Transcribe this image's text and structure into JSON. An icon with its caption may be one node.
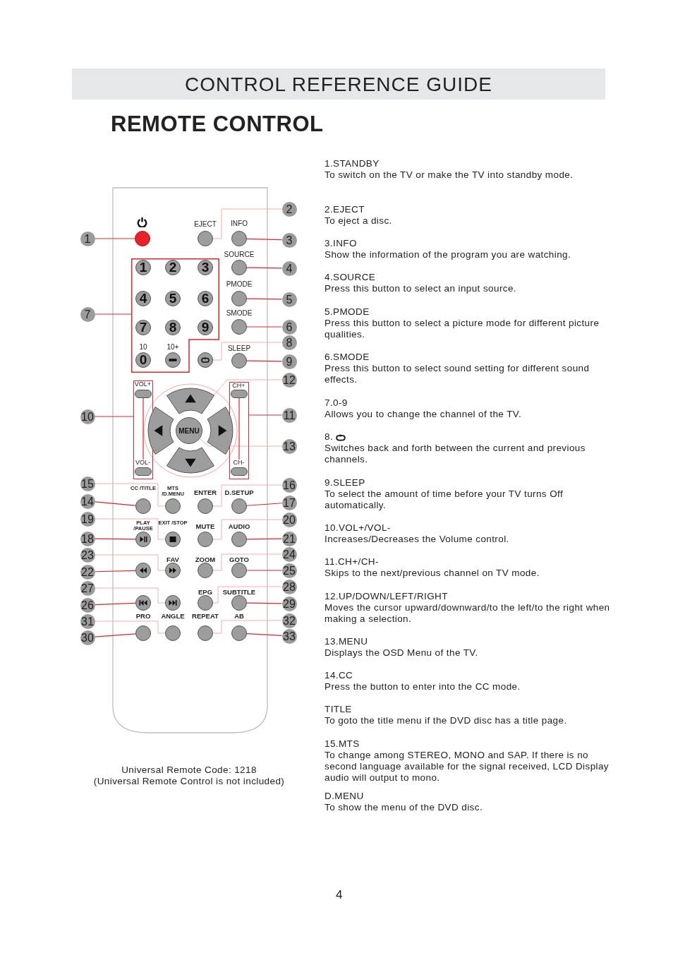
{
  "diagram": {
    "title": "CONTROL REFERENCE GUIDE",
    "nodes": [
      {
        "text": [
          "1"
        ]
      },
      {
        "text": [
          "2"
        ]
      },
      {
        "text": [
          "3"
        ]
      },
      {
        "text": [
          "4"
        ]
      },
      {
        "text": [
          "5"
        ]
      },
      {
        "text": [
          "6"
        ]
      },
      {
        "text": [
          "7"
        ]
      },
      {
        "text": [
          "8"
        ]
      },
      {
        "text": [
          "9"
        ]
      },
      {
        "text": [
          "10"
        ]
      },
      {
        "text": [
          "11"
        ]
      },
      {
        "text": [
          "12"
        ]
      },
      {
        "text": [
          "13"
        ]
      },
      {
        "text": [
          "14"
        ]
      },
      {
        "text": [
          "15"
        ]
      },
      {
        "text": [
          "16"
        ]
      },
      {
        "text": [
          "17"
        ]
      },
      {
        "text": [
          "18"
        ]
      },
      {
        "text": [
          "19"
        ]
      },
      {
        "text": [
          "20"
        ]
      },
      {
        "text": [
          "21"
        ]
      },
      {
        "text": [
          "22"
        ]
      },
      {
        "text": [
          "23"
        ]
      },
      {
        "text": [
          "24"
        ]
      },
      {
        "text": [
          "25"
        ]
      },
      {
        "text": [
          "26"
        ]
      },
      {
        "text": [
          "27"
        ]
      },
      {
        "text": [
          "28"
        ]
      },
      {
        "text": [
          "29"
        ]
      },
      {
        "text": [
          "30"
        ]
      },
      {
        "text": [
          "31"
        ]
      },
      {
        "text": [
          "32"
        ]
      },
      {
        "text": [
          "33"
        ]
      },
      {
        "text": [],
        "shape": "circle"
      },
      {
        "text": [
          "EJECT"
        ]
      },
      {
        "text": [
          "INFO"
        ]
      },
      {
        "text": [],
        "shape": "box"
      },
      {
        "text": [
          "1"
        ],
        "in": 36
      },
      {
        "text": [
          "2"
        ],
        "in": 36
      },
      {
        "text": [
          "3"
        ],
        "in": 36
      },
      {
        "text": [
          "4"
        ],
        "in": 36
      },
      {
        "text": [
          "5"
        ],
        "in": 36
      },
      {
        "text": [
          "6"
        ],
        "in": 36
      },
      {
        "text": [
          "7"
        ],
        "in": 36
      },
      {
        "text": [
          "8"
        ],
        "in": 36
      },
      {
        "text": [
          "9"
        ],
        "in": 36
      },
      {
        "text": [
          "10",
          "0"
        ],
        "in": 36
      },
      {
        "text": [
          "10+"
        ],
        "in": 36
      },
      {
        "text": [
          "SOURCE"
        ]
      },
      {
        "text": [
          "PMODE"
        ]
      },
      {
        "text": [
          "SMODE"
        ]
      },
      {
        "text": [],
        "shape": "circle"
      },
      {
        "text": [
          "SLEEP"
        ]
      },
      {
        "text": [],
        "shape": "box"
      },
      {
        "text": [
          "VOL+"
        ],
        "in": 53
      },
      {
        "text": [
          "VOL-"
        ],
        "in": 53
      },
      {
        "text": [],
        "shape": "box"
      },
      {
        "text": [
          "CH+"
        ],
        "in": 56
      },
      {
        "text": [
          "CH-"
        ],
        "in": 56
      },
      {
        "text": [],
        "shape": "button"
      },
      {
        "text": [],
        "shape": "button"
      },
      {
        "text": [
          "MENU"
        ]
      },
      {
        "text": [],
        "shape": "button"
      },
      {
        "text": [],
        "shape": "button"
      },
      {
        "text": [
          "CC /TITLE"
        ]
      },
      {
        "text": [
          "MTS /D.MENU"
        ]
      },
      {
        "text": [
          "ENTER"
        ]
      },
      {
        "text": [
          "D.SETUP"
        ]
      },
      {
        "text": [
          "PLAY /PAUSE"
        ]
      },
      {
        "text": [
          "EXIT /STOP"
        ]
      },
      {
        "text": [
          "MUTE"
        ]
      },
      {
        "text": [
          "AUDIO"
        ]
      },
      {
        "text": [],
        "shape": "circle"
      },
      {
        "text": [
          "FAV"
        ]
      },
      {
        "text": [
          "ZOOM"
        ]
      },
      {
        "text": [
          "GOTO"
        ]
      },
      {
        "text": [],
        "shape": "circle"
      },
      {
        "text": [],
        "shape": "circle"
      },
      {
        "text": [
          "EPG"
        ]
      },
      {
        "text": [
          "SUBTITLE"
        ]
      },
      {
        "text": [
          "PRO"
        ]
      },
      {
        "text": [
          "ANGLE"
        ]
      },
      {
        "text": [
          "REPEAT"
        ]
      },
      {
        "text": [
          "AB"
        ]
      }
    ],
    "edges": [
      {
        "from": 0,
        "to": 33,
        "arrow": "none"
      },
      {
        "from": 1,
        "to": 34,
        "arrow": "none",
        "color": "#f4a3a3"
      },
      {
        "from": 2,
        "to": 35,
        "arrow": "none"
      },
      {
        "from": 3,
        "to": 48,
        "arrow": "none"
      },
      {
        "from": 4,
        "to": 49,
        "arrow": "none"
      },
      {
        "from": 5,
        "to": 50,
        "arrow": "none"
      },
      {
        "from": 6,
        "to": 36,
        "arrow": "none"
      },
      {
        "from": 7,
        "to": 51,
        "arrow": "none",
        "color": "#f4a3a3"
      },
      {
        "from": 8,
        "to": 52,
        "arrow": "none"
      },
      {
        "from": 9,
        "to": 53,
        "arrow": "none"
      },
      {
        "from": 10,
        "to": 56,
        "arrow": "none"
      },
      {
        "from": 11,
        "to": 59,
        "arrow": "none",
        "color": "#f4a3a3"
      },
      {
        "from": 12,
        "to": 61,
        "arrow": "none",
        "color": "#f4a3a3"
      },
      {
        "from": 13,
        "to": 64,
        "arrow": "none"
      },
      {
        "from": 14,
        "to": 65,
        "arrow": "none",
        "color": "#f4a3a3"
      },
      {
        "from": 15,
        "to": 66,
        "arrow": "none",
        "color": "#f4a3a3"
      },
      {
        "from": 16,
        "to": 67,
        "arrow": "none"
      },
      {
        "from": 17,
        "to": 68,
        "arrow": "none"
      },
      {
        "from": 18,
        "to": 69,
        "arrow": "none",
        "color": "#f4a3a3"
      },
      {
        "from": 19,
        "to": 70,
        "arrow": "none",
        "color": "#f4a3a3"
      },
      {
        "from": 20,
        "to": 71,
        "arrow": "none"
      },
      {
        "from": 21,
        "to": 72,
        "arrow": "none"
      },
      {
        "from": 22,
        "to": 73,
        "arrow": "none",
        "color": "#f4a3a3"
      },
      {
        "from": 23,
        "to": 74,
        "arrow": "none",
        "color": "#f4a3a3"
      },
      {
        "from": 24,
        "to": 75,
        "arrow": "none"
      },
      {
        "from": 25,
        "to": 76,
        "arrow": "none"
      },
      {
        "from": 26,
        "to": 77,
        "arrow": "none",
        "color": "#f4a3a3"
      },
      {
        "from": 27,
        "to": 78,
        "arrow": "none",
        "color": "#f4a3a3"
      },
      {
        "from": 28,
        "to": 79,
        "arrow": "none"
      },
      {
        "from": 29,
        "to": 80,
        "arrow": "none"
      },
      {
        "from": 30,
        "to": 81,
        "arrow": "none",
        "color": "#f4a3a3"
      },
      {
        "from": 31,
        "to": 82,
        "arrow": "none",
        "color": "#f4a3a3"
      },
      {
        "from": 32,
        "to": 83,
        "arrow": "none"
      },
      {
        "from": 54,
        "to": 55,
        "arrow": "none"
      },
      {
        "from": 57,
        "to": 58,
        "arrow": "none"
      }
    ],
    "labels": [
      "REMOTE CONTROL",
      "1.STANDBY",
      "To switch on the TV or make the TV into standby mode.",
      "2.EJECT",
      "To eject a disc.",
      "3.INFO",
      "Show the information of the program you are watching.",
      "4.SOURCE",
      "Press this button to select an input source.",
      "5.PMODE",
      "Press this button to select a picture mode for different picture qualities.",
      "6.SMODE",
      "Press this button to select sound setting for different sound effects.",
      "7.0-9",
      "Allows you to change the channel of the TV.",
      "8.",
      "Switches back and forth between the current and previous channels.",
      "9.SLEEP",
      "To select the amount of time before your TV turns Off automatically.",
      "10.VOL+/VOL-",
      "Increases/Decreases the Volume control.",
      "11.CH+/CH-",
      "Skips to the next/previous channel on TV mode.",
      "12.UP/DOWN/LEFT/RIGHT",
      "Moves the cursor upward/downward/to the left/to the right when making a selection.",
      "13.MENU",
      "Displays the OSD Menu of the TV.",
      "14.CC",
      "Press the button to enter into the CC mode.",
      "TITLE",
      "To goto the title menu if the DVD disc has a title page.",
      "15.MTS",
      "To change among STEREO, MONO and SAP. If there is no second language available for the signal received, LCD Display audio will output to mono.",
      "D.MENU",
      "To show the menu of the DVD disc.",
      "Universal Remote Code: 1218",
      "(Universal Remote Control is not included)",
      "4"
    ]
  }
}
